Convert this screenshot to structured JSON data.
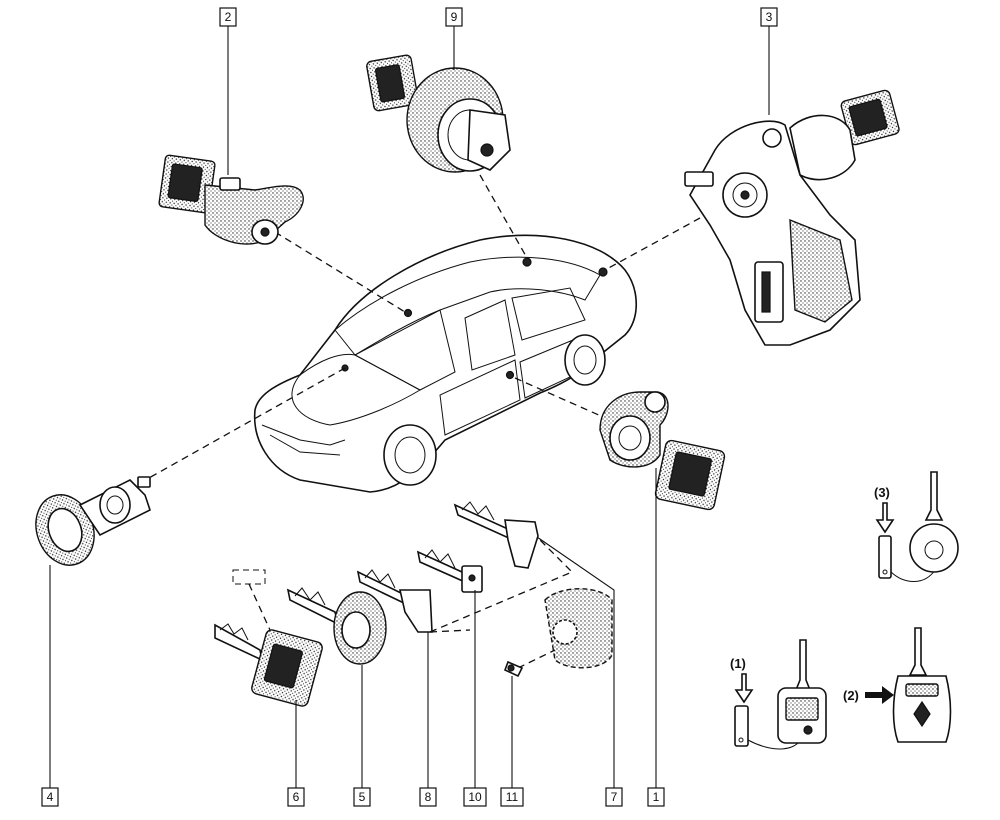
{
  "callouts": [
    {
      "id": "2",
      "label": "2"
    },
    {
      "id": "9",
      "label": "9"
    },
    {
      "id": "3",
      "label": "3"
    },
    {
      "id": "4",
      "label": "4"
    },
    {
      "id": "6",
      "label": "6"
    },
    {
      "id": "5",
      "label": "5"
    },
    {
      "id": "8",
      "label": "8"
    },
    {
      "id": "10",
      "label": "10"
    },
    {
      "id": "11",
      "label": "11"
    },
    {
      "id": "7",
      "label": "7"
    },
    {
      "id": "1",
      "label": "1"
    }
  ],
  "variants": [
    {
      "label": "(1)"
    },
    {
      "label": "(2)"
    },
    {
      "label": "(3)"
    }
  ]
}
